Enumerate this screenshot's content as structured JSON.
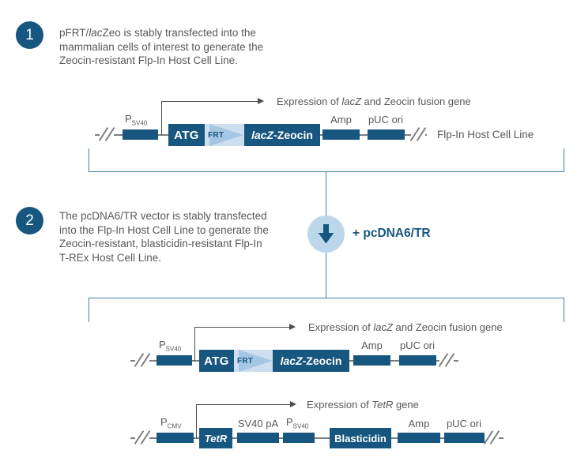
{
  "colors": {
    "dark_blue": "#16567F",
    "light_circle": "#BCD6EA",
    "frt_bg": "#CCDEEF",
    "frt_arrow": "#A6C7E3",
    "bracket": "#4380A8",
    "text_gray": "#58585B",
    "line_gray": "#7C7E81",
    "arrow_gray": "#4D4D4F"
  },
  "step1": {
    "number": "1",
    "line1_pre": "pFRT/",
    "line1_italic": "lac",
    "line1_post": "Zeo is stably transfected into the",
    "line2": "mammalian cells of interest to generate the",
    "line3": "Zeocin-resistant Flp-In Host Cell Line."
  },
  "step2": {
    "number": "2",
    "line1": "The pcDNA6/TR vector is stably transfected",
    "line2": "into the Flp-In Host Cell Line to generate the",
    "line3": "Zeocin-resistant, blasticidin-resistant Flp-In",
    "line4": "T-REx Host Cell Line."
  },
  "transfection": {
    "label": "+ pcDNA6/TR"
  },
  "construct1": {
    "expression_pre": "Expression of ",
    "expression_gene": "lacZ",
    "expression_post": " and Zeocin fusion gene",
    "promoter_letter": "P",
    "promoter_sub": "SV40",
    "atg": "ATG",
    "frt": "FRT",
    "fusion_italic": "lacZ",
    "fusion_rest": "-Zeocin",
    "amp": "Amp",
    "puc_ori": "pUC ori",
    "caption": "Flp-In Host Cell Line"
  },
  "construct2": {
    "expression_pre": "Expression of ",
    "expression_gene": "lacZ",
    "expression_post": " and Zeocin fusion gene",
    "promoter_letter": "P",
    "promoter_sub": "SV40",
    "atg": "ATG",
    "frt": "FRT",
    "fusion_italic": "lacZ",
    "fusion_rest": "-Zeocin",
    "amp": "Amp",
    "puc_ori": "pUC ori"
  },
  "construct3": {
    "expression_pre": "Expression of ",
    "expression_gene": "TetR",
    "expression_post": " gene",
    "promoter_letter": "P",
    "promoter_sub": "CMV",
    "tetr": "TetR",
    "sv40_pa": "SV40 pA",
    "promoter2_letter": "P",
    "promoter2_sub": "SV40",
    "blasticidin": "Blasticidin",
    "amp": "Amp",
    "puc_ori": "pUC ori"
  }
}
